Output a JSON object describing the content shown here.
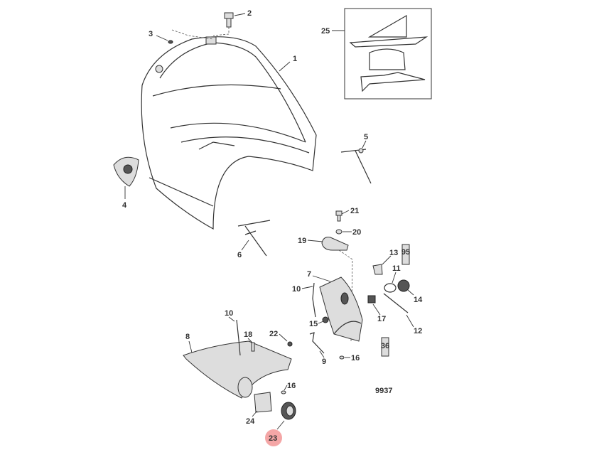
{
  "diagram": {
    "figure_number": "9937",
    "highlighted_part": "23",
    "highlight_color": "#f08080",
    "callouts": [
      "1",
      "2",
      "3",
      "4",
      "5",
      "6",
      "7",
      "8",
      "9",
      "10",
      "10",
      "11",
      "12",
      "13",
      "14",
      "15",
      "16",
      "16",
      "17",
      "18",
      "19",
      "20",
      "21",
      "22",
      "23",
      "24",
      "25"
    ],
    "tube_labels": [
      "95",
      "36"
    ]
  }
}
